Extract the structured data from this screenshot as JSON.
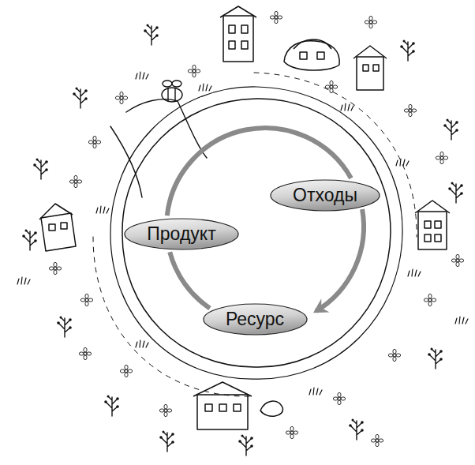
{
  "diagram": {
    "nodes": [
      {
        "text": [
          "Отходы"
        ]
      },
      {
        "text": [
          "Продукт"
        ]
      },
      {
        "text": [
          "Ресурс"
        ]
      }
    ],
    "edges": [
      {
        "from": 0,
        "to": 2,
        "arrow": "to"
      },
      {
        "from": 2,
        "to": 1,
        "arrow": "none"
      },
      {
        "from": 1,
        "to": 0,
        "arrow": "none"
      }
    ]
  }
}
